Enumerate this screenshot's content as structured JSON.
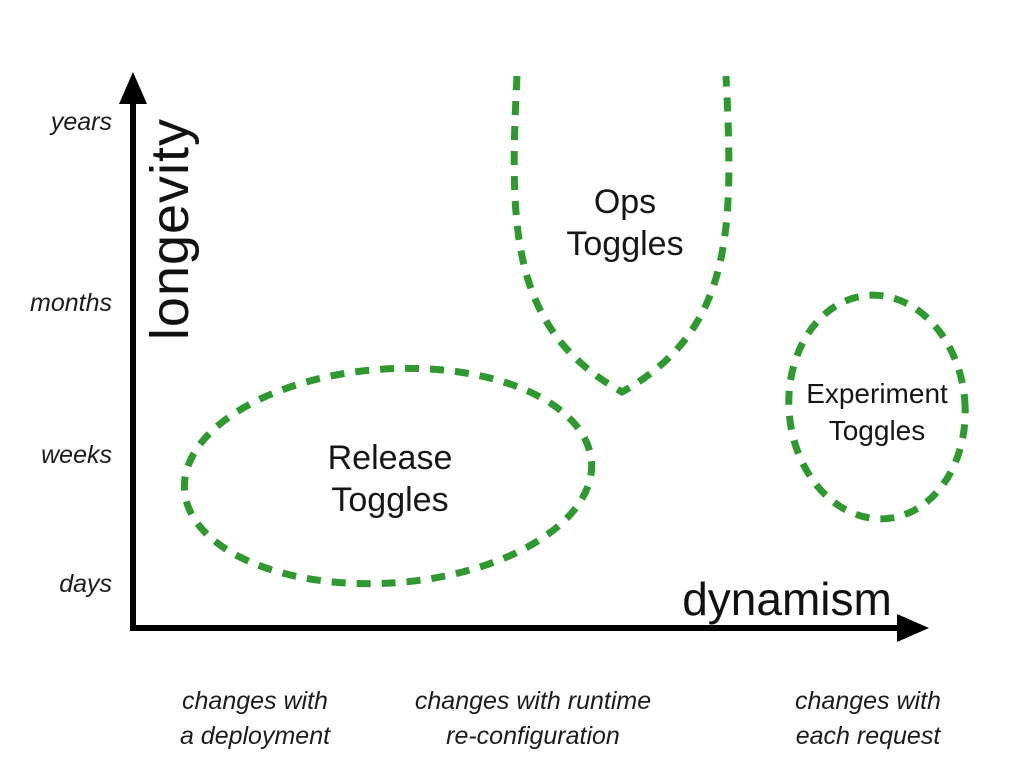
{
  "diagram": {
    "y_axis": {
      "label": "longevity",
      "ticks": [
        "years",
        "months",
        "weeks",
        "days"
      ]
    },
    "x_axis": {
      "label": "dynamism"
    },
    "x_annotations": [
      {
        "line1": "changes with",
        "line2": "a deployment"
      },
      {
        "line1": "changes with runtime",
        "line2": "re-configuration"
      },
      {
        "line1": "changes with",
        "line2": "each request"
      }
    ],
    "regions": [
      {
        "id": "release-toggles",
        "line1": "Release",
        "line2": "Toggles"
      },
      {
        "id": "ops-toggles",
        "line1": "Ops",
        "line2": "Toggles"
      },
      {
        "id": "experiment-toggles",
        "line1": "Experiment",
        "line2": "Toggles"
      }
    ],
    "colors": {
      "region_stroke": "#2e992e",
      "axis": "#000000"
    }
  }
}
